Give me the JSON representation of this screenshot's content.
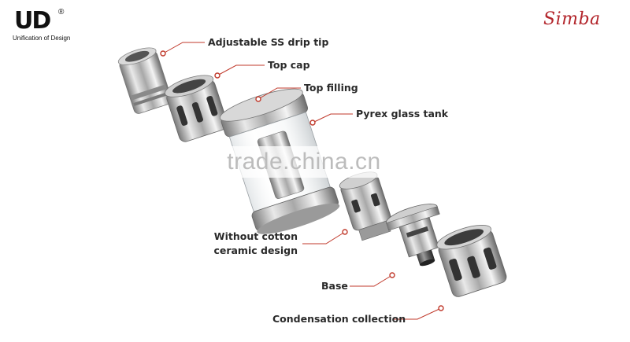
{
  "logo": {
    "mark": "UD",
    "reg": "®",
    "tagline": "Unification of Design"
  },
  "brand": "Simba",
  "watermark": "trade.china.cn",
  "accent_color": "#c0392b",
  "callouts": {
    "drip_tip": "Adjustable SS drip tip",
    "top_cap": "Top cap",
    "top_filling": "Top filling",
    "pyrex_tank": "Pyrex glass tank",
    "ceramic_line1": "Without cotton",
    "ceramic_line2": "ceramic design",
    "base": "Base",
    "condensation": "Condensation collection"
  }
}
